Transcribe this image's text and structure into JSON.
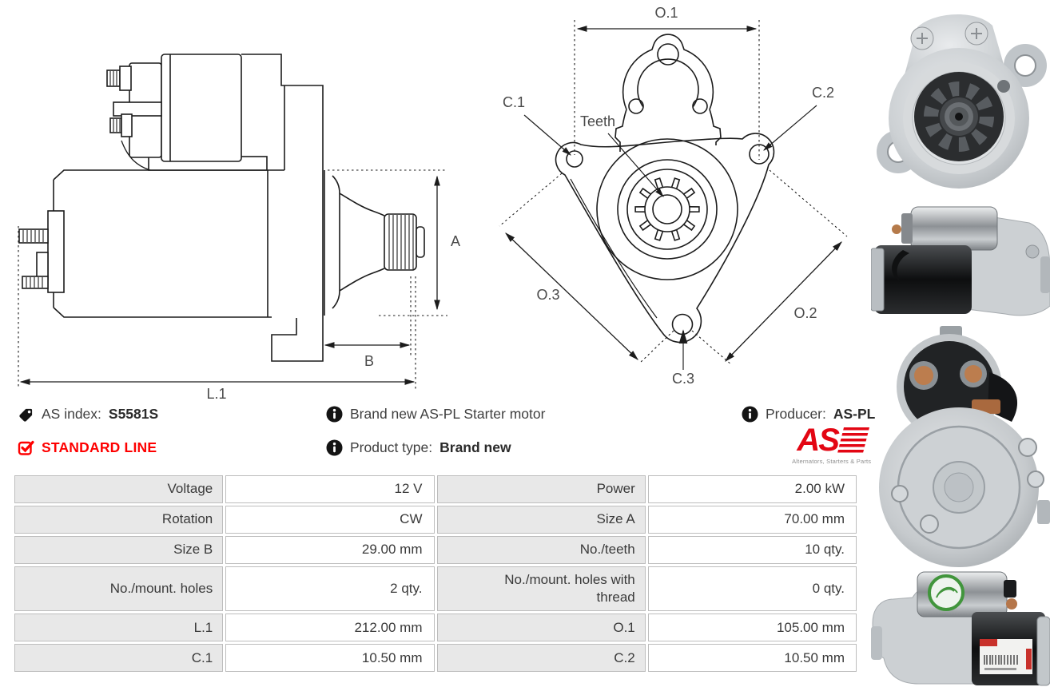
{
  "info": {
    "as_index": {
      "label": "AS index:",
      "value": "S5581S"
    },
    "line_badge": "STANDARD LINE",
    "description": "Brand new AS-PL Starter motor",
    "product_type": {
      "label": "Product type:",
      "value": "Brand new"
    },
    "producer": {
      "label": "Producer:",
      "value": "AS-PL"
    },
    "logo": {
      "text": "AS",
      "caption": "Alternators, Starters & Parts"
    }
  },
  "drawings": {
    "side": {
      "a": "A",
      "b": "B",
      "l1": "L.1"
    },
    "front": {
      "o1": "O.1",
      "o2": "O.2",
      "o3": "O.3",
      "c1": "C.1",
      "c2": "C.2",
      "c3": "C.3",
      "teeth": "Teeth"
    }
  },
  "spec_table": {
    "rows": [
      {
        "c0": "Voltage",
        "c1": "12 V",
        "c2": "Power",
        "c3": "2.00 kW"
      },
      {
        "c0": "Rotation",
        "c1": "CW",
        "c2": "Size A",
        "c3": "70.00 mm"
      },
      {
        "c0": "Size B",
        "c1": "29.00 mm",
        "c2": "No./teeth",
        "c3": "10 qty."
      },
      {
        "c0": "No./mount. holes",
        "c1": "2 qty.",
        "c2": "No./mount. holes with thread",
        "c3": "0 qty."
      },
      {
        "c0": "L.1",
        "c1": "212.00 mm",
        "c2": "O.1",
        "c3": "105.00 mm"
      },
      {
        "c0": "C.1",
        "c1": "10.50 mm",
        "c2": "C.2",
        "c3": "10.50 mm"
      }
    ]
  },
  "colors": {
    "accent_red": "#fe0000",
    "logo_red": "#e30613",
    "table_label_bg": "#e8e8e8",
    "table_border": "#bdbdbd",
    "drawing_line": "#1c1c1c",
    "text": "#3a3a3a"
  }
}
